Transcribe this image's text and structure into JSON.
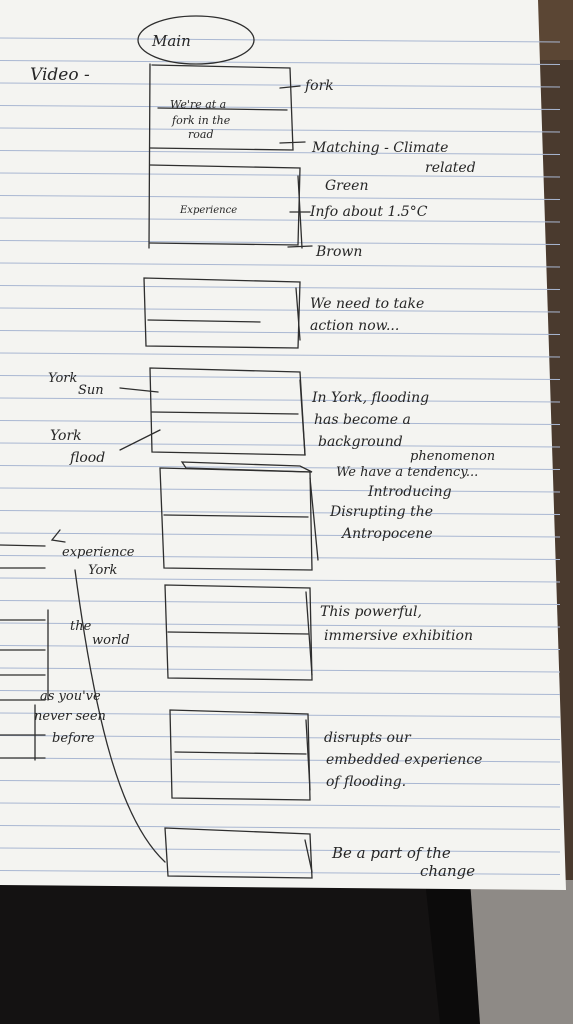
{
  "notes": {
    "main": "Main",
    "video": "Video -",
    "fork_road": [
      "We're at a",
      "fork in the",
      "road"
    ],
    "fork": "fork",
    "matching_climate": "Matching - Climate",
    "related": "related",
    "experience": "Experience",
    "green": "Green",
    "info": "Info about 1.5°C",
    "brown": "Brown",
    "action": [
      "We need to take",
      "action now..."
    ],
    "york_sun": [
      "York",
      "Sun"
    ],
    "york_flood": [
      "York",
      "flood"
    ],
    "york_flooding": [
      "In York, flooding",
      "has become a",
      "background",
      "phenomenon"
    ],
    "tendency": "We have a tendency...",
    "introducing": [
      "Introducing",
      "Disrupting the",
      "Antropocene"
    ],
    "experience_york": [
      "experience",
      "York"
    ],
    "the_world": [
      "the",
      "world"
    ],
    "never_seen": [
      "as you've",
      "never seen",
      "before"
    ],
    "exhibition": [
      "This powerful,",
      "immersive exhibition"
    ],
    "disrupts": [
      "disrupts our",
      "embedded experience",
      "of flooding."
    ],
    "change": [
      "Be a part of the",
      "change"
    ]
  },
  "colors": {
    "paper": "#f4f4f1",
    "rule": "#a9b7d2",
    "ink": "#262626",
    "table": "#4a3a2e",
    "background": "#141212"
  }
}
